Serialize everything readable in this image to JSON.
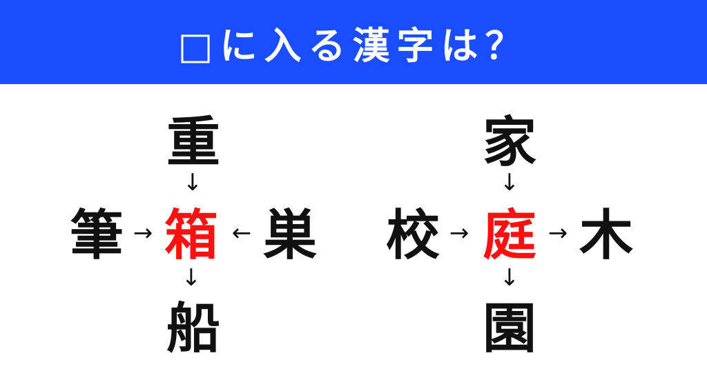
{
  "title": "□に入る漢字は？",
  "colors": {
    "banner": "#1a4dff",
    "answer": "#ff1010",
    "text": "#111111"
  },
  "puzzles": [
    {
      "top": "重",
      "left": "筆",
      "center": "箱",
      "right": "巣",
      "bottom": "船",
      "arrows": {
        "top": "↓",
        "left": "→",
        "right": "←",
        "bottom": "↓"
      }
    },
    {
      "top": "家",
      "left": "校",
      "center": "庭",
      "right": "木",
      "bottom": "園",
      "arrows": {
        "top": "↓",
        "left": "→",
        "right": "→",
        "bottom": "↓"
      }
    }
  ]
}
